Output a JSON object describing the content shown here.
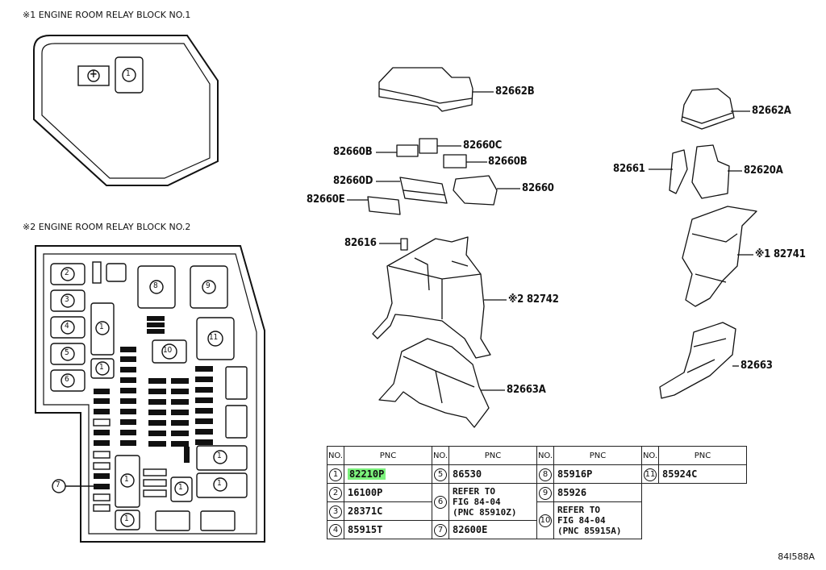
{
  "titles": {
    "block1": "※1 ENGINE ROOM RELAY BLOCK  NO.1",
    "block2": "※2 ENGINE ROOM RELAY BLOCK NO.2"
  },
  "part_labels": {
    "p82662B": "82662B",
    "p82662A": "82662A",
    "p82660C": "82660C",
    "p82660B_left": "82660B",
    "p82660B_right": "82660B",
    "p82660D": "82660D",
    "p82660": "82660",
    "p82660E": "82660E",
    "p82661": "82661",
    "p82620A": "82620A",
    "p82616": "82616",
    "p82742": "※2 82742",
    "p82741": "※1 82741",
    "p82663A": "82663A",
    "p82663": "82663"
  },
  "block_numbers": {
    "b1_plus": "+",
    "b1_one": "1",
    "n2": "2",
    "n3": "3",
    "n4": "4",
    "n5": "5",
    "n6": "6",
    "n7": "7",
    "n8": "8",
    "n9": "9",
    "n10": "10",
    "n11": "11",
    "n1": "1"
  },
  "table": {
    "header_no": "NO.",
    "header_pnc": "PNC",
    "rows": [
      {
        "no": "1",
        "pnc": "82210P",
        "highlight": true
      },
      {
        "no": "2",
        "pnc": "16100P"
      },
      {
        "no": "3",
        "pnc": "28371C"
      },
      {
        "no": "4",
        "pnc": "85915T"
      },
      {
        "no": "5",
        "pnc": "86530"
      },
      {
        "no": "6",
        "pnc_lines": [
          "REFER TO",
          "FIG 84-04",
          "(PNC 85910Z)"
        ]
      },
      {
        "no": "7",
        "pnc": "82600E"
      },
      {
        "no": "8",
        "pnc": "85916P"
      },
      {
        "no": "9",
        "pnc": "85926"
      },
      {
        "no": "10",
        "pnc_lines": [
          "REFER TO",
          "FIG 84-04",
          "(PNC 85915A)"
        ]
      },
      {
        "no": "11",
        "pnc": "85924C"
      }
    ]
  },
  "diagram_code": "84I588A",
  "colors": {
    "highlight": "#7cf27c",
    "line": "#111111"
  }
}
